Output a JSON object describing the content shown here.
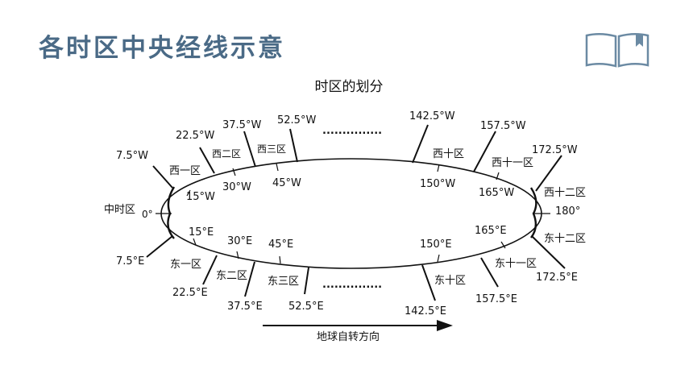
{
  "page": {
    "title": "各时区中央经线示意",
    "book_icon": "book-icon"
  },
  "diagram": {
    "title": "时区的划分",
    "rotation_label": "地球自转方向",
    "dots": "...............",
    "top_zones": {
      "west_1": "西一区",
      "west_2": "西二区",
      "west_3": "西三区",
      "west_10": "西十区",
      "west_11": "西十一区",
      "west_12": "西十二区"
    },
    "bottom_zones": {
      "east_1": "东一区",
      "east_2": "东二区",
      "east_3": "东三区",
      "east_10": "东十区",
      "east_11": "东十一区",
      "east_12": "东十二区"
    },
    "center_zone": "中时区",
    "boundaries_w": {
      "b7_5": "7.5°W",
      "b22_5": "22.5°W",
      "b37_5": "37.5°W",
      "b52_5": "52.5°W",
      "b142_5": "142.5°W",
      "b157_5": "157.5°W",
      "b172_5": "172.5°W"
    },
    "boundaries_e": {
      "b7_5": "7.5°E",
      "b22_5": "22.5°E",
      "b37_5": "37.5°E",
      "b52_5": "52.5°E",
      "b142_5": "142.5°E",
      "b157_5": "157.5°E",
      "b172_5": "172.5°E"
    },
    "meridians_w": {
      "m15": "15°W",
      "m30": "30°W",
      "m45": "45°W",
      "m150": "150°W",
      "m165": "165°W"
    },
    "meridians_e": {
      "m15": "15°E",
      "m30": "30°E",
      "m45": "45°E",
      "m150": "150°E",
      "m165": "165°E"
    },
    "m0": "0°",
    "m180": "180°"
  }
}
